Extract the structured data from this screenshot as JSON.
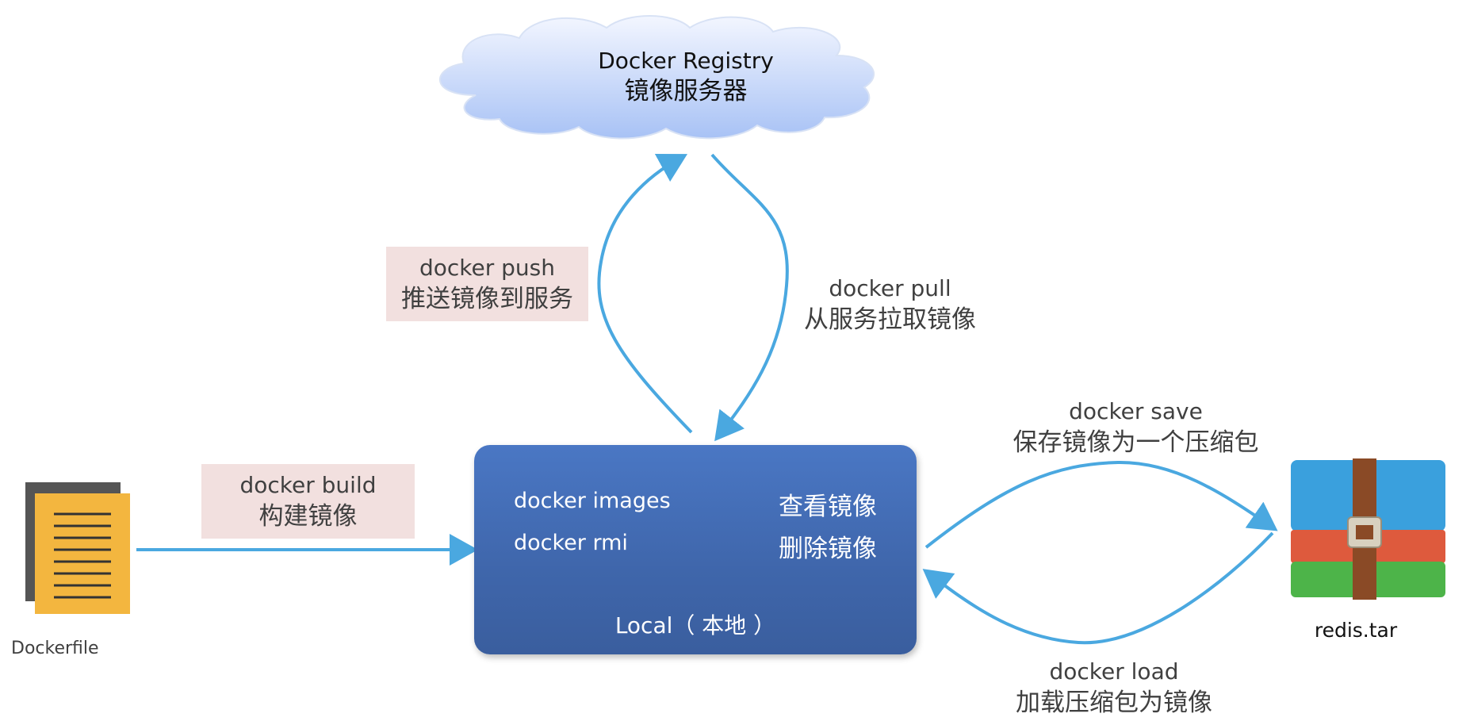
{
  "registry": {
    "title": "Docker Registry",
    "subtitle": "镜像服务器"
  },
  "push": {
    "command": "docker push",
    "description": "推送镜像到服务"
  },
  "pull": {
    "command": "docker pull",
    "description": "从服务拉取镜像"
  },
  "build": {
    "command": "docker build",
    "description": "构建镜像"
  },
  "save": {
    "command": "docker save",
    "description": "保存镜像为一个压缩包"
  },
  "load": {
    "command": "docker load",
    "description": "加载压缩包为镜像"
  },
  "local": {
    "commands": [
      {
        "command": "docker images",
        "description": "查看镜像"
      },
      {
        "command": "docker rmi",
        "description": "删除镜像"
      }
    ],
    "footer": "Local（ 本地 ）"
  },
  "dockerfile": {
    "caption": "Dockerfile"
  },
  "archive": {
    "caption": "redis.tar"
  },
  "colors": {
    "arrow": "#4aa8e0",
    "local_box": "#4470b8",
    "cloud_top": "#f0f4ff",
    "cloud_bottom": "#a9c3f5",
    "label_bg": "#f2e0df"
  }
}
